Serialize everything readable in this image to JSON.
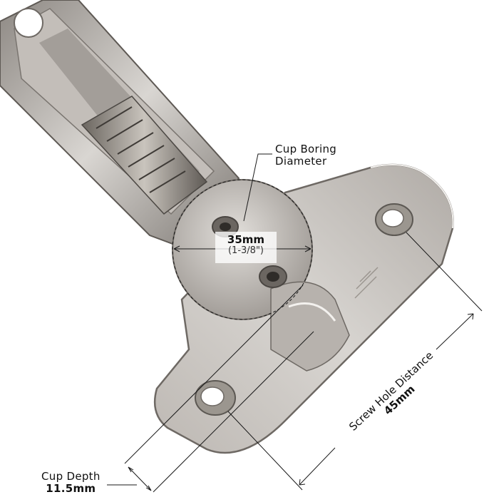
{
  "image": {
    "subject": "concealed cabinet hinge with dimension annotations",
    "colors": {
      "metal_light": "#d6d3cf",
      "metal_mid": "#a9a49f",
      "metal_dark": "#6e6964",
      "line": "#222222",
      "background": "#ffffff"
    }
  },
  "annotations": {
    "cup_boring": {
      "line1": "Cup Boring",
      "line2": "Diameter"
    },
    "diameter": {
      "value": "35mm",
      "imperial": "(1-3/8\")"
    },
    "screw_hole": {
      "title": "Screw Hole Distance",
      "value": "45mm"
    },
    "cup_depth": {
      "title": "Cup Depth",
      "value": "11.5mm"
    }
  }
}
